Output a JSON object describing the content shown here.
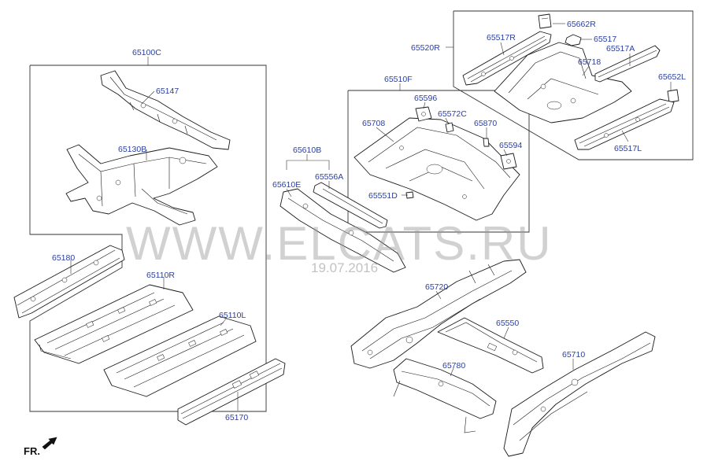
{
  "labels": {
    "p65100C": "65100C",
    "p65147": "65147",
    "p65130B": "65130B",
    "p65180": "65180",
    "p65110R": "65110R",
    "p65110L": "65110L",
    "p65170": "65170",
    "p65610B": "65610B",
    "p65610E": "65610E",
    "p65556A": "65556A",
    "p65510F": "65510F",
    "p65596": "65596",
    "p65572C": "65572C",
    "p65708": "65708",
    "p65870": "65870",
    "p65594": "65594",
    "p65551D": "65551D",
    "p65520R": "65520R",
    "p65517R": "65517R",
    "p65662R": "65662R",
    "p65517": "65517",
    "p65517A": "65517A",
    "p65718": "65718",
    "p65652L": "65652L",
    "p65517L": "65517L",
    "p65720": "65720",
    "p65550": "65550",
    "p65780": "65780",
    "p65710": "65710"
  },
  "watermark": {
    "site": "WWW.ELCATS.RU",
    "date": "19.07.2016"
  },
  "orientation": {
    "label": "FR."
  },
  "colors": {
    "label_text": "#2a3fa0",
    "line": "#1a1a1a",
    "watermark": "#9a9a9a"
  }
}
